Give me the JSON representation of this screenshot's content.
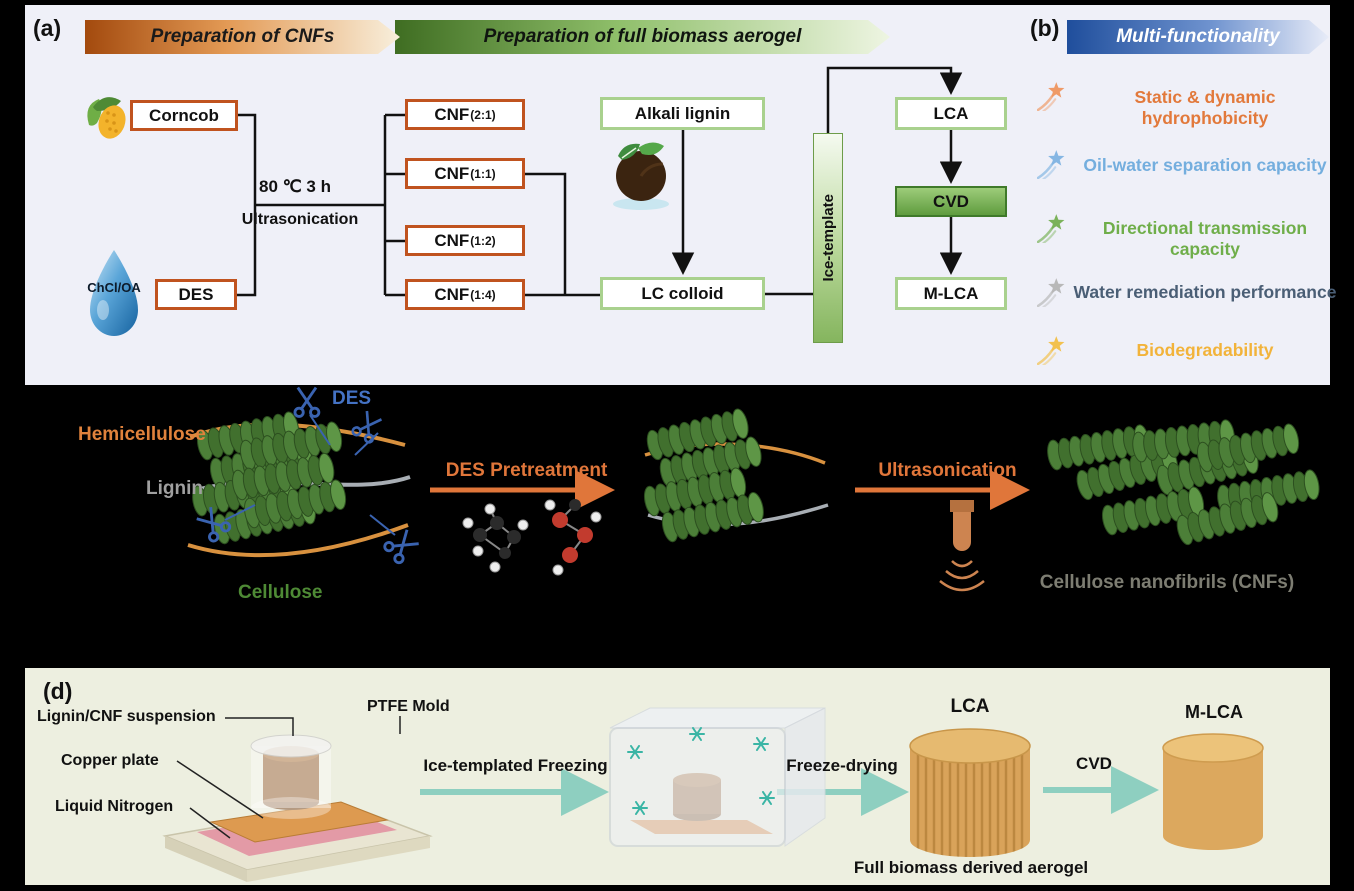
{
  "panel_a": {
    "label": "(a)",
    "banner_cnf": "Preparation of CNFs",
    "banner_aerogel": "Preparation of full biomass aerogel",
    "corncob_label": "Corncob",
    "des_drop_label": "ChCl/OA",
    "des_box_label": "DES",
    "condition_temp": "80 ℃ 3 h",
    "condition_method": "Ultrasonication",
    "cnf_boxes": [
      {
        "name": "CNF",
        "ratio": "(2:1)"
      },
      {
        "name": "CNF",
        "ratio": "(1:1)"
      },
      {
        "name": "CNF",
        "ratio": "(1:2)"
      },
      {
        "name": "CNF",
        "ratio": "(1:4)"
      }
    ],
    "alkali_lignin": "Alkali lignin",
    "lc_colloid": "LC colloid",
    "ice_template": "Ice-template",
    "lca": "LCA",
    "cvd": "CVD",
    "mlca": "M-LCA"
  },
  "panel_b": {
    "label": "(b)",
    "banner": "Multi-functionality",
    "items": [
      {
        "text": "Static & dynamic hydrophobicity",
        "color": "#e2793b",
        "star_color": "#ef9a67"
      },
      {
        "text": "Oil-water separation capacity",
        "color": "#74aede",
        "star_color": "#85b6e3"
      },
      {
        "text": "Directional transmission capacity",
        "color": "#6fae4a",
        "star_color": "#7bb25a"
      },
      {
        "text": "Water remediation performance",
        "color": "#4a5e75",
        "star_color": "#b8b8b8"
      },
      {
        "text": "Biodegradability",
        "color": "#f2b33a",
        "star_color": "#f2c14e"
      }
    ]
  },
  "panel_c": {
    "des": "DES",
    "hemicellulose": "Hemicellulose",
    "lignin": "Lignin",
    "cellulose": "Cellulose",
    "step1": "DES Pretreatment",
    "step2": "Ultrasonication",
    "product": "Cellulose nanofibrils (CNFs)"
  },
  "panel_d": {
    "label": "(d)",
    "suspension": "Lignin/CNF suspension",
    "ptfe_mold": "PTFE Mold",
    "copper_plate": "Copper plate",
    "liquid_nitrogen": "Liquid Nitrogen",
    "step1": "Ice-templated Freezing",
    "step2": "Freeze-drying",
    "lca": "LCA",
    "aerogel_caption": "Full biomass derived aerogel",
    "step3": "CVD",
    "mlca": "M-LCA"
  }
}
